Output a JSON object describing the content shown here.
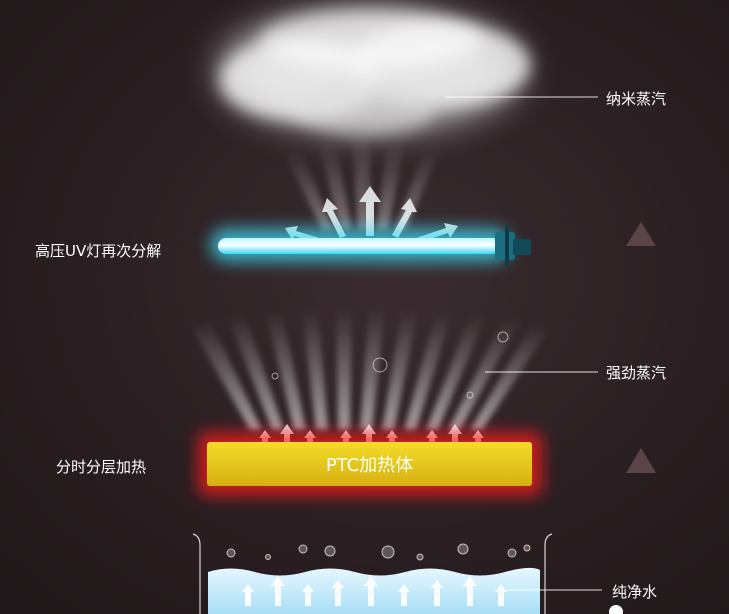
{
  "labels": {
    "nano_steam": "纳米蒸汽",
    "uv_lamp": "高压UV灯再次分解",
    "strong_steam": "强劲蒸汽",
    "layered_heating": "分时分层加热",
    "pure_water": "纯净水"
  },
  "heater": {
    "text": "PTC加热体"
  },
  "colors": {
    "background": "#2a1f22",
    "uv_glow": "#3fe3ff",
    "heater_fill": "#e2c21a",
    "heater_glow": "#ff1a1a",
    "water": "#bfe8fb",
    "nav_triangle": "#5a4448"
  },
  "icons": [
    "triangle-up-icon",
    "triangle-up-icon"
  ]
}
